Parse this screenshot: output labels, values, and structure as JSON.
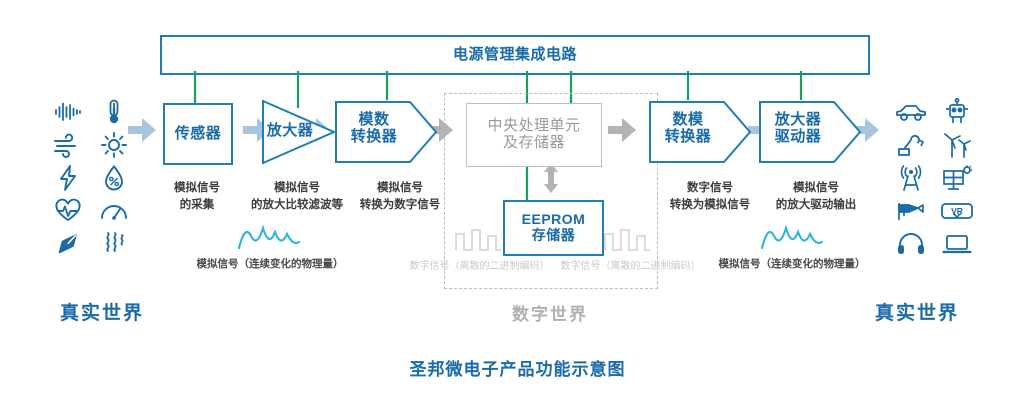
{
  "title": "圣邦微电子产品功能示意图",
  "power_bar": {
    "label": "电源管理集成电路"
  },
  "worlds": {
    "left": "真实世界",
    "right": "真实世界",
    "digital": "数字世界"
  },
  "blocks": [
    {
      "id": "sensor",
      "shape": "rect",
      "label": "传感器",
      "caption": "模拟信号\n的采集"
    },
    {
      "id": "amplifier",
      "shape": "triangle",
      "label": "放大器",
      "caption": "模拟信号\n的放大比较滤波等"
    },
    {
      "id": "adc",
      "shape": "pentagon",
      "label": "模数\n转换器",
      "caption": "模拟信号\n转换为数字信号"
    },
    {
      "id": "cpu",
      "shape": "rect-gray",
      "label": "中央处理单元\n及存储器",
      "caption": ""
    },
    {
      "id": "eeprom",
      "shape": "rect",
      "label": "EEPROM\n存储器",
      "caption": ""
    },
    {
      "id": "dac",
      "shape": "pentagon",
      "label": "数模\n转换器",
      "caption": "数字信号\n转换为模拟信号"
    },
    {
      "id": "driver",
      "shape": "pentagon",
      "label": "放大器\n驱动器",
      "caption": "模拟信号\n的放大驱动输出"
    }
  ],
  "signal_captions": {
    "analog_left": "模拟信号（连续变化的物理量）",
    "analog_right": "模拟信号（连续变化的物理量）",
    "digital_left": "数字信号（离散的二进制编码）",
    "digital_right": "数字信号（离散的二进制编码）"
  },
  "input_icons": [
    "sound-wave-icon",
    "thermometer-icon",
    "wind-icon",
    "sun-icon",
    "lightning-icon",
    "humidity-drop-icon",
    "heartbeat-icon",
    "gauge-icon",
    "compass-icon",
    "vibration-icon"
  ],
  "output_icons": [
    "car-icon",
    "robot-icon",
    "robot-arm-icon",
    "wind-turbine-icon",
    "signal-tower-icon",
    "solar-panel-icon",
    "security-camera-icon",
    "vr-headset-icon",
    "headphones-icon",
    "laptop-icon"
  ],
  "colors": {
    "brand_blue": "#1a6ba8",
    "outline_blue": "#1f7fb5",
    "power_green": "#18a05a",
    "flow_arrow": "#a8c5e0",
    "gray": "#bdbdbd",
    "cyan_wave": "#29b6d8"
  }
}
